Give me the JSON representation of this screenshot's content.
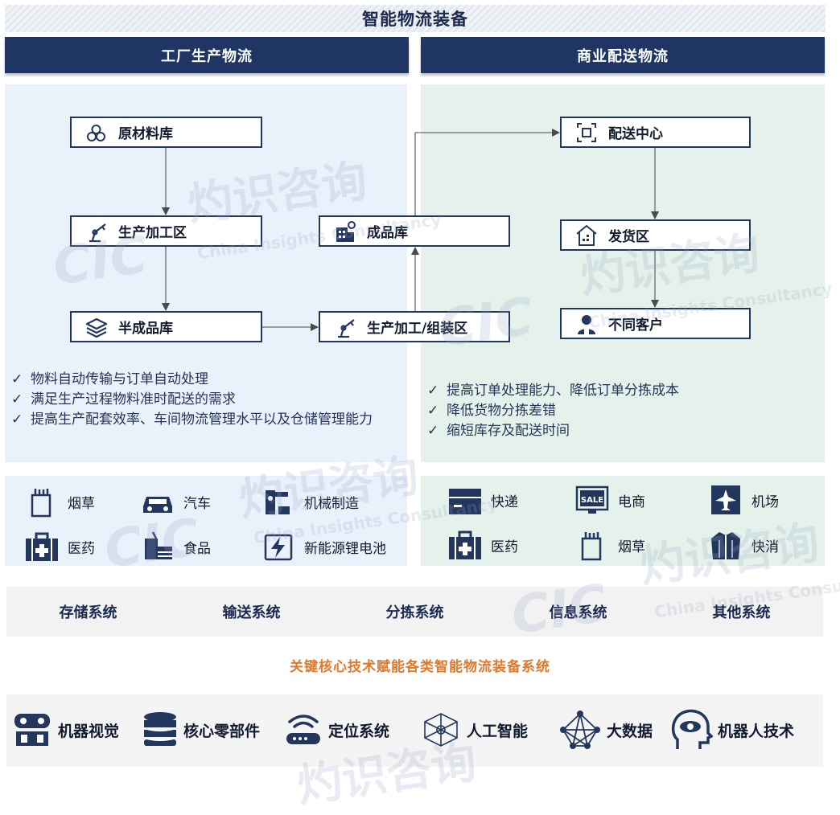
{
  "title": "智能物流装备",
  "factory": {
    "header": "工厂生产物流",
    "nodes": {
      "raw": "原材料库",
      "process": "生产加工区",
      "semi": "半成品库",
      "assembly": "生产加工/组装区",
      "finished": "成品库"
    },
    "bullets": [
      "物料自动传输与订单自动处理",
      "满足生产过程物料准时配送的需求",
      "提高生产配套效率、车间物流管理水平以及仓储管理能力"
    ],
    "industries": [
      "烟草",
      "汽车",
      "机械制造",
      "医药",
      "食品",
      "新能源锂电池"
    ]
  },
  "commerce": {
    "header": "商业配送物流",
    "nodes": {
      "dc": "配送中心",
      "shipping": "发货区",
      "customers": "不同客户"
    },
    "bullets": [
      "提高订单处理能力、降低订单分拣成本",
      "降低货物分拣差错",
      "缩短库存及配送时间"
    ],
    "industries": [
      "快递",
      "电商",
      "机场",
      "医药",
      "烟草",
      "快消"
    ]
  },
  "systems": [
    "存储系统",
    "输送系统",
    "分拣系统",
    "信息系统",
    "其他系统"
  ],
  "key_title": "关键核心技术赋能各类智能物流装备系统",
  "technologies": [
    "机器视觉",
    "核心零部件",
    "定位系统",
    "人工智能",
    "大数据",
    "机器人技术"
  ],
  "watermark": {
    "cn": "灼识咨询",
    "logo": "CIC",
    "en": "China Insights Consultancy"
  },
  "colors": {
    "navy": "#1f3564",
    "left_panel": "#e9f1fb",
    "right_panel": "#e5f2ec",
    "accent_orange": "#e0782a"
  }
}
